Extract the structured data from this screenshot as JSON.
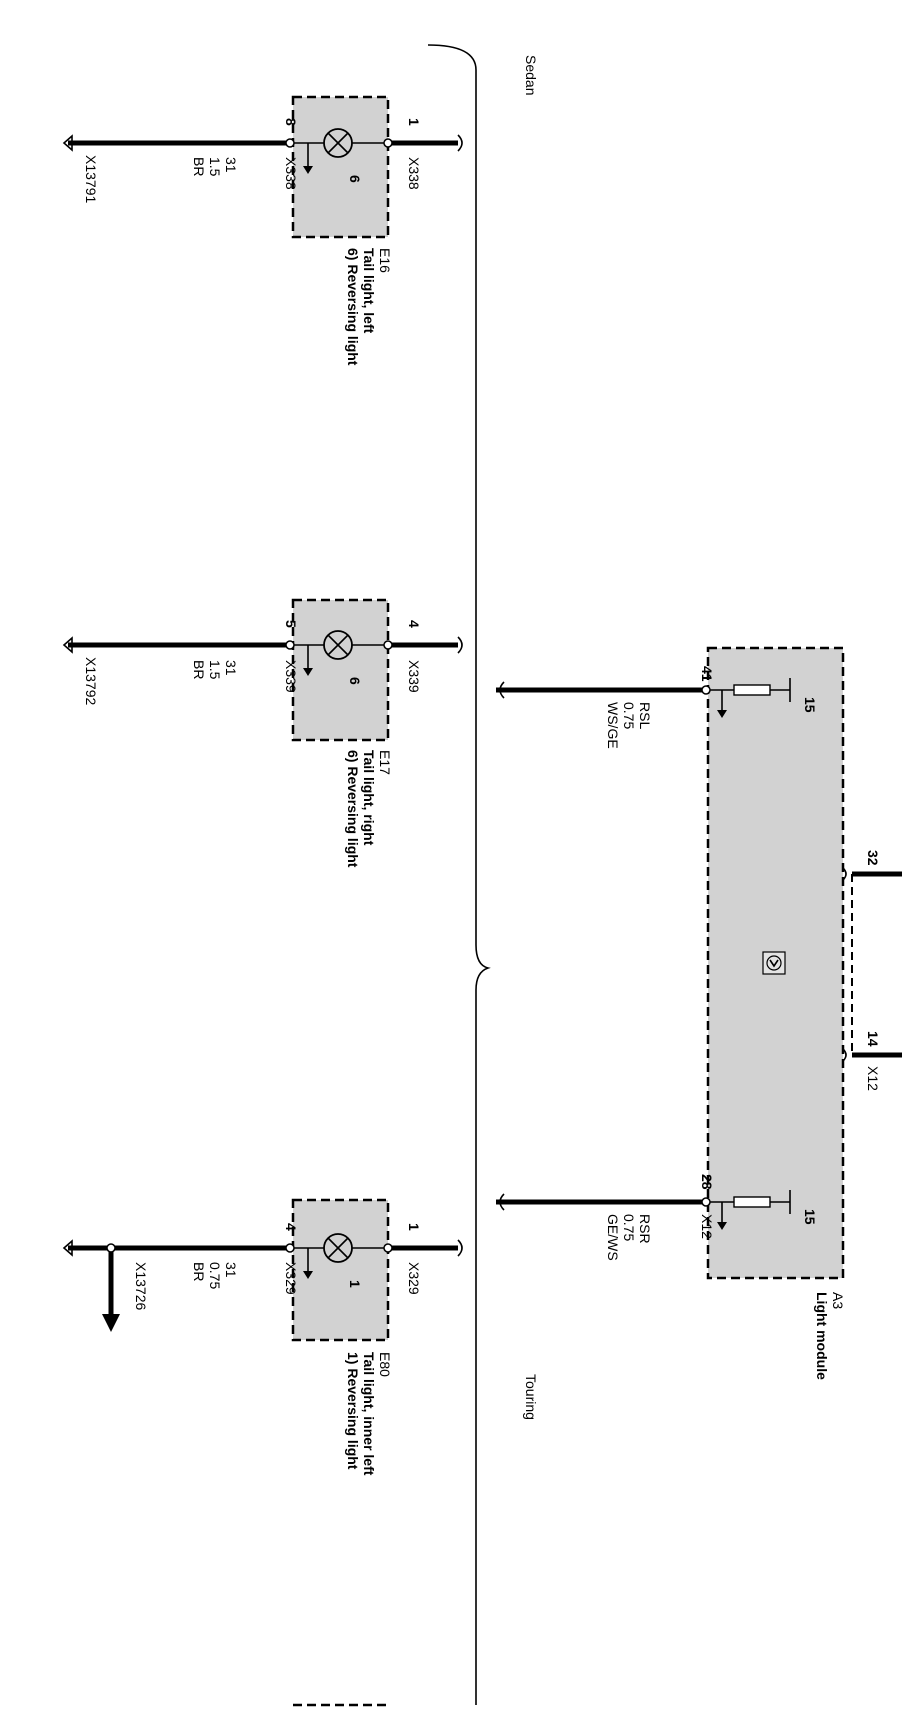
{
  "variants": {
    "sedan": "Sedan",
    "touring": "Touring"
  },
  "components": {
    "e16": {
      "code": "E16",
      "name": "Tail light, left",
      "function": "6) Reversing light",
      "bulb": "6",
      "pin_in": "1",
      "pin_out": "8",
      "conn_in": "X338",
      "conn_out": "X338",
      "wire_no": "31",
      "wire_size": "1.5",
      "wire_color": "BR",
      "ground": "X13791"
    },
    "e17": {
      "code": "E17",
      "name": "Tail light, right",
      "function": "6) Reversing light",
      "bulb": "6",
      "pin_in": "4",
      "pin_out": "5",
      "conn_in": "X339",
      "conn_out": "X339",
      "wire_no": "31",
      "wire_size": "1.5",
      "wire_color": "BR",
      "ground": "X13792"
    },
    "e80": {
      "code": "E80",
      "name": "Tail light, inner left",
      "function": "1) Reversing light",
      "bulb": "1",
      "pin_in": "1",
      "pin_out": "4",
      "conn_in": "X329",
      "conn_out": "X329",
      "wire_no": "31",
      "wire_size": "0.75",
      "wire_color": "BR",
      "ground": "X13726"
    }
  },
  "module": {
    "code": "A3",
    "name": "Light module",
    "connector": "X12",
    "pins": {
      "rsl": "41",
      "rsr": "28",
      "top1": "32",
      "top2": "14"
    },
    "fuse_label": "15",
    "rsl": {
      "signal": "RSL",
      "size": "0.75",
      "color": "WS/GE"
    },
    "rsr": {
      "signal": "RSR",
      "size": "0.75",
      "color": "GE/WS"
    }
  }
}
